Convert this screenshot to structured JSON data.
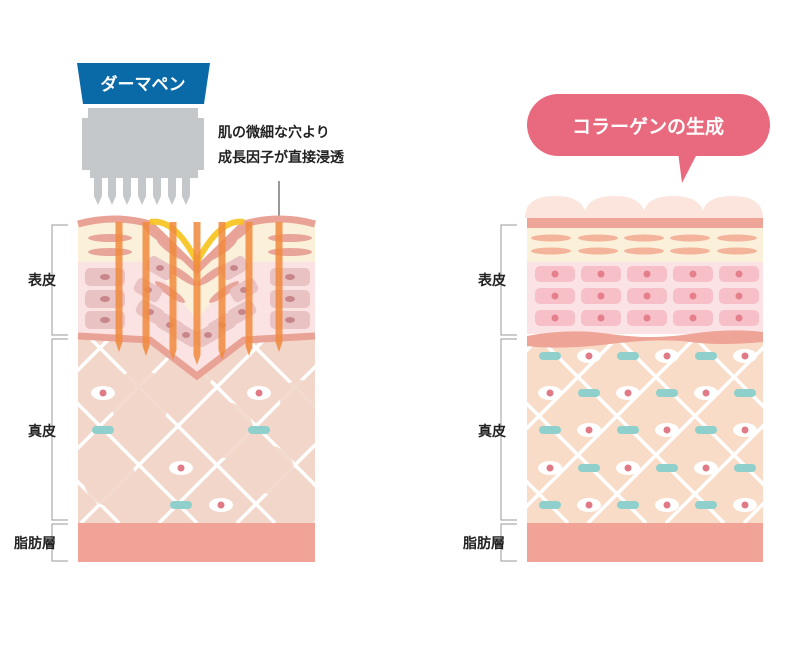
{
  "left_diagram": {
    "device_label": "ダーマペン",
    "note_lines": [
      "肌の微細な穴より",
      "成長因子が直接浸透"
    ],
    "layers": [
      "表皮",
      "真皮",
      "脂肪層"
    ]
  },
  "right_diagram": {
    "bubble_label": "コラーゲンの生成",
    "layers": [
      "表皮",
      "真皮",
      "脂肪層"
    ]
  },
  "colors": {
    "pen_blue": "#0a6aa8",
    "pen_gray": "#c4c8cb",
    "needle_orange": "#f08a3c",
    "serum_yellow": "#f7c21b",
    "bubble_pink": "#e96a7e",
    "fat": "#f2a397",
    "dermis_left": "#f2d6c9",
    "dermis_right": "#f9dcc7",
    "teal": "#8fd0cc"
  }
}
